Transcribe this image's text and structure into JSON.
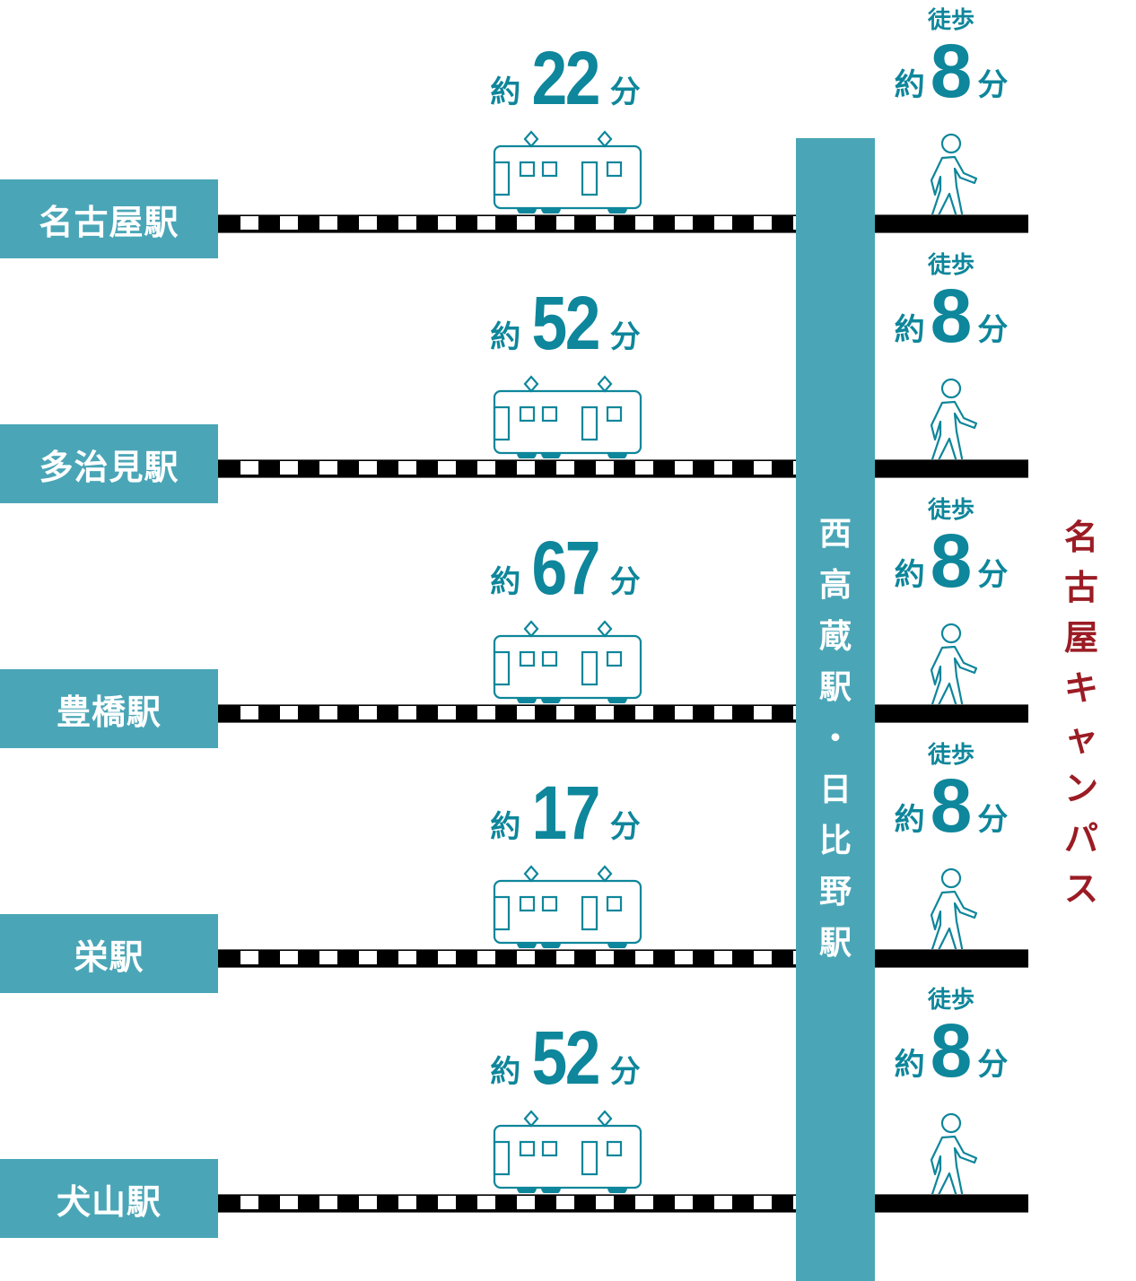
{
  "colors": {
    "station_box": "#4aa6b7",
    "time_text": "#0e869b",
    "destination_text": "#9b1c24",
    "rail": "#000000"
  },
  "transfer_station": {
    "chars": [
      "西",
      "高",
      "蔵",
      "駅",
      "・",
      "日",
      "比",
      "野",
      "駅"
    ],
    "label": "西高蔵駅・日比野駅"
  },
  "destination": {
    "chars": [
      "名",
      "古",
      "屋",
      "キ",
      "ャ",
      "ン",
      "パ",
      "ス"
    ],
    "label": "名古屋キャンパス"
  },
  "routes": [
    {
      "station": "名古屋駅",
      "train": {
        "prefix": "約",
        "minutes": "22",
        "suffix": "分"
      },
      "walk": {
        "label": "徒歩",
        "prefix": "約",
        "minutes": "8",
        "suffix": "分"
      }
    },
    {
      "station": "多治見駅",
      "train": {
        "prefix": "約",
        "minutes": "52",
        "suffix": "分"
      },
      "walk": {
        "label": "徒歩",
        "prefix": "約",
        "minutes": "8",
        "suffix": "分"
      }
    },
    {
      "station": "豊橋駅",
      "train": {
        "prefix": "約",
        "minutes": "67",
        "suffix": "分"
      },
      "walk": {
        "label": "徒歩",
        "prefix": "約",
        "minutes": "8",
        "suffix": "分"
      }
    },
    {
      "station": "栄駅",
      "train": {
        "prefix": "約",
        "minutes": "17",
        "suffix": "分"
      },
      "walk": {
        "label": "徒歩",
        "prefix": "約",
        "minutes": "8",
        "suffix": "分"
      }
    },
    {
      "station": "犬山駅",
      "train": {
        "prefix": "約",
        "minutes": "52",
        "suffix": "分"
      },
      "walk": {
        "label": "徒歩",
        "prefix": "約",
        "minutes": "8",
        "suffix": "分"
      }
    }
  ],
  "icons": {
    "train": "train-icon",
    "walker": "walking-person-icon"
  }
}
